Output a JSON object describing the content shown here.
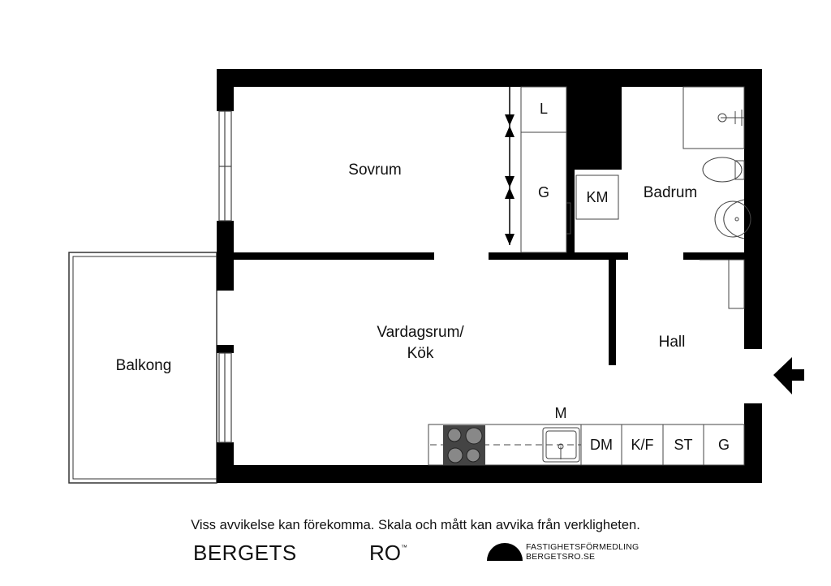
{
  "rooms": {
    "sovrum": "Sovrum",
    "badrum": "Badrum",
    "vardagsrum_line1": "Vardagsrum/",
    "vardagsrum_line2": "Kök",
    "hall": "Hall",
    "balkong": "Balkong"
  },
  "fixtures": {
    "linen_closet": "L",
    "wardrobe_bedroom": "G",
    "washing_machine": "KM",
    "microwave": "M",
    "dishwasher": "DM",
    "fridge_freezer": "K/F",
    "cleaning_closet": "ST",
    "wardrobe_kitchen": "G"
  },
  "footer": {
    "disclaimer": "Viss avvikelse kan förekomma. Skala och mått kan avvika från verkligheten.",
    "brand_left": "BERGETS",
    "brand_right": "RO",
    "brand_tm": "™",
    "agency_line1": "FASTIGHETSFÖRMEDLING",
    "agency_line2": "BERGETSRO.SE"
  },
  "colors": {
    "wall": "#000000",
    "fixture_line": "#555555",
    "stove": "#444444"
  }
}
